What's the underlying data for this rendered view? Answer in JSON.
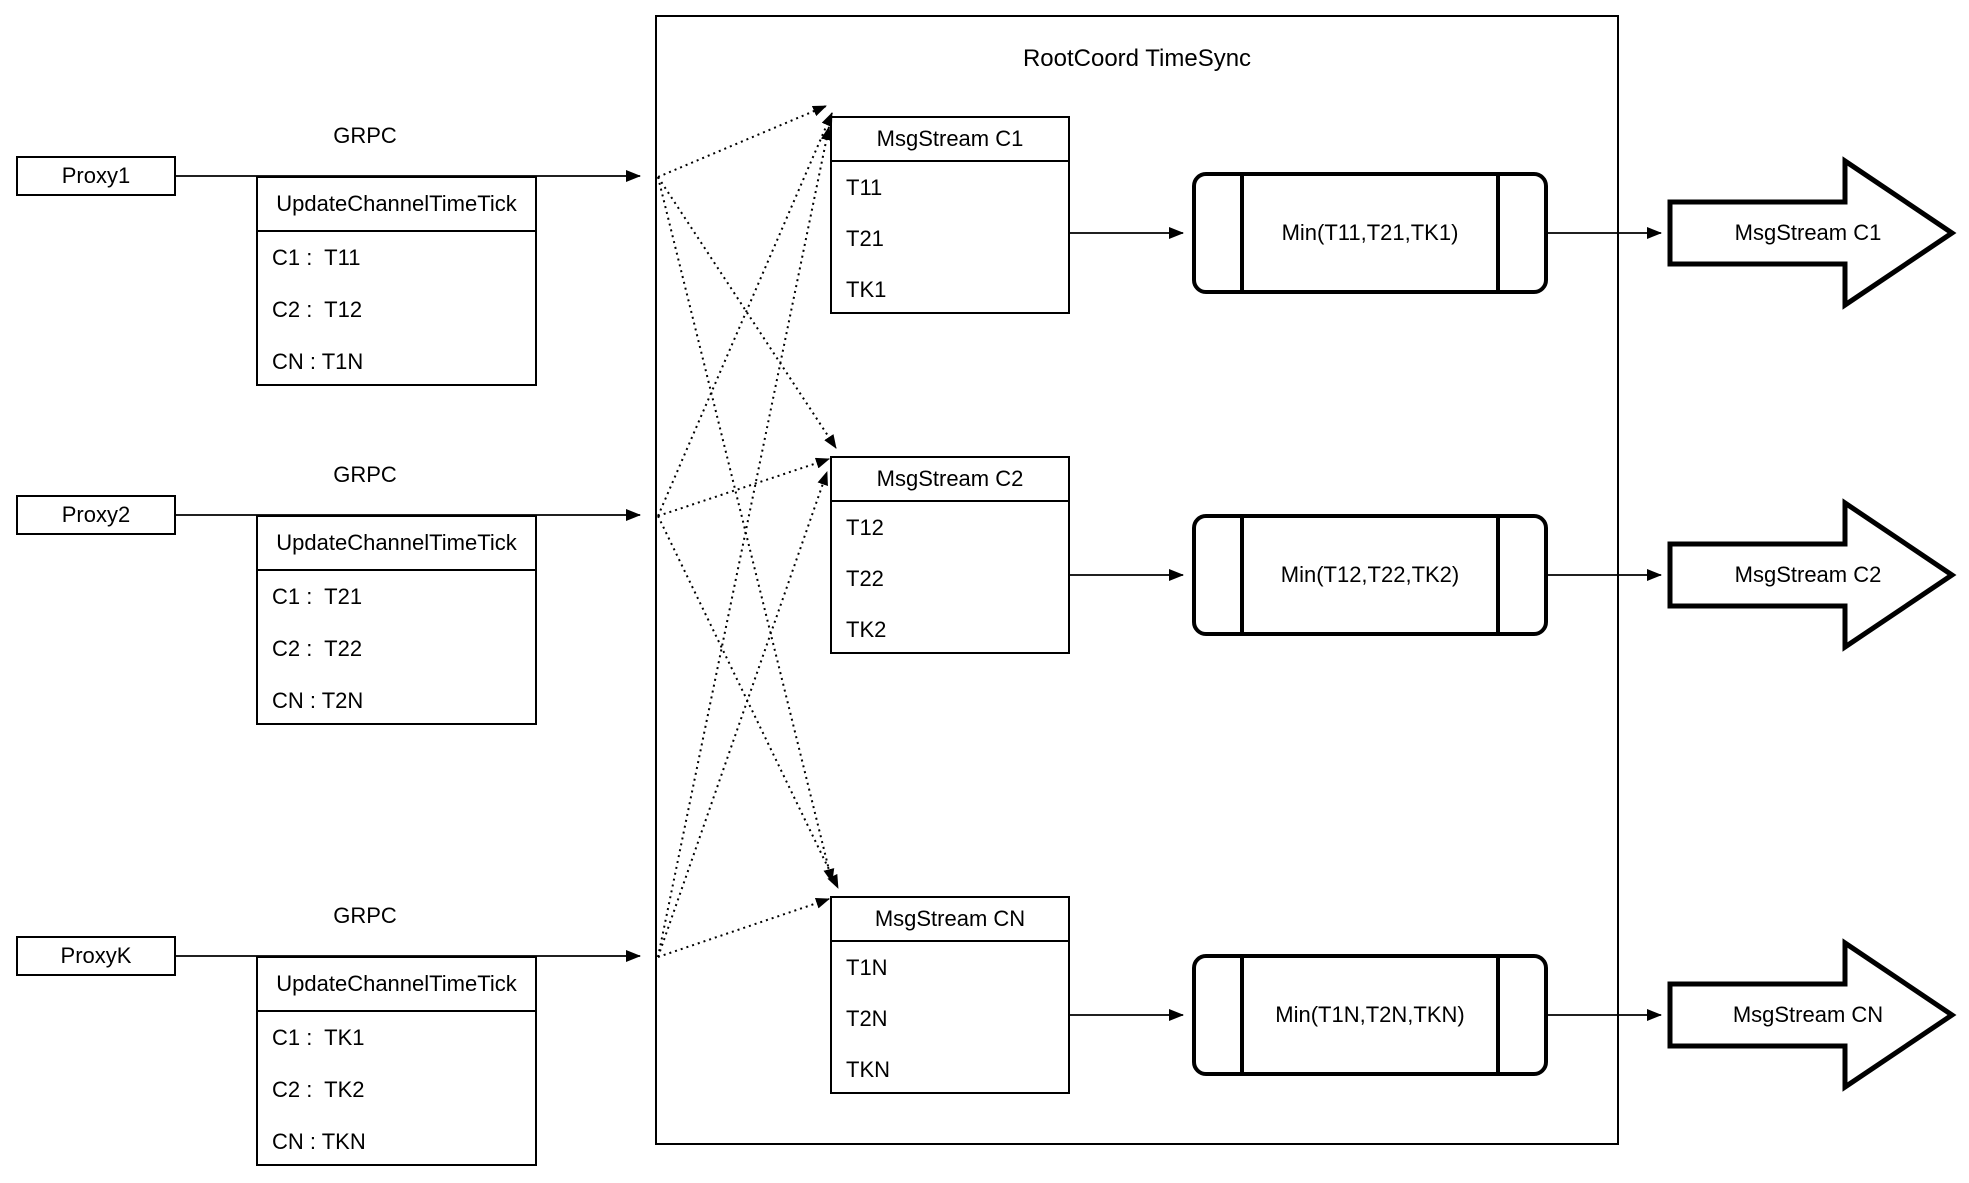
{
  "container": {
    "title": "RootCoord TimeSync"
  },
  "proxies": [
    {
      "name": "Proxy1",
      "protocol": "GRPC",
      "tick_header": "UpdateChannelTimeTick",
      "ticks": [
        "C1 :  T11",
        "C2 :  T12",
        "CN : T1N"
      ]
    },
    {
      "name": "Proxy2",
      "protocol": "GRPC",
      "tick_header": "UpdateChannelTimeTick",
      "ticks": [
        "C1 :  T21",
        "C2 :  T22",
        "CN : T2N"
      ]
    },
    {
      "name": "ProxyK",
      "protocol": "GRPC",
      "tick_header": "UpdateChannelTimeTick",
      "ticks": [
        "C1 :  TK1",
        "C2 :  TK2",
        "CN : TKN"
      ]
    }
  ],
  "streams": [
    {
      "header": "MsgStream C1",
      "timestamps": [
        "T11",
        "T21",
        "TK1"
      ],
      "min_label": "Min(T11,T21,TK1)",
      "output_label": "MsgStream C1"
    },
    {
      "header": "MsgStream C2",
      "timestamps": [
        "T12",
        "T22",
        "TK2"
      ],
      "min_label": "Min(T12,T22,TK2)",
      "output_label": "MsgStream C2"
    },
    {
      "header": "MsgStream CN",
      "timestamps": [
        "T1N",
        "T2N",
        "TKN"
      ],
      "min_label": "Min(T1N,T2N,TKN)",
      "output_label": "MsgStream CN"
    }
  ],
  "colors": {
    "ink": "#000000",
    "background": "#ffffff"
  }
}
